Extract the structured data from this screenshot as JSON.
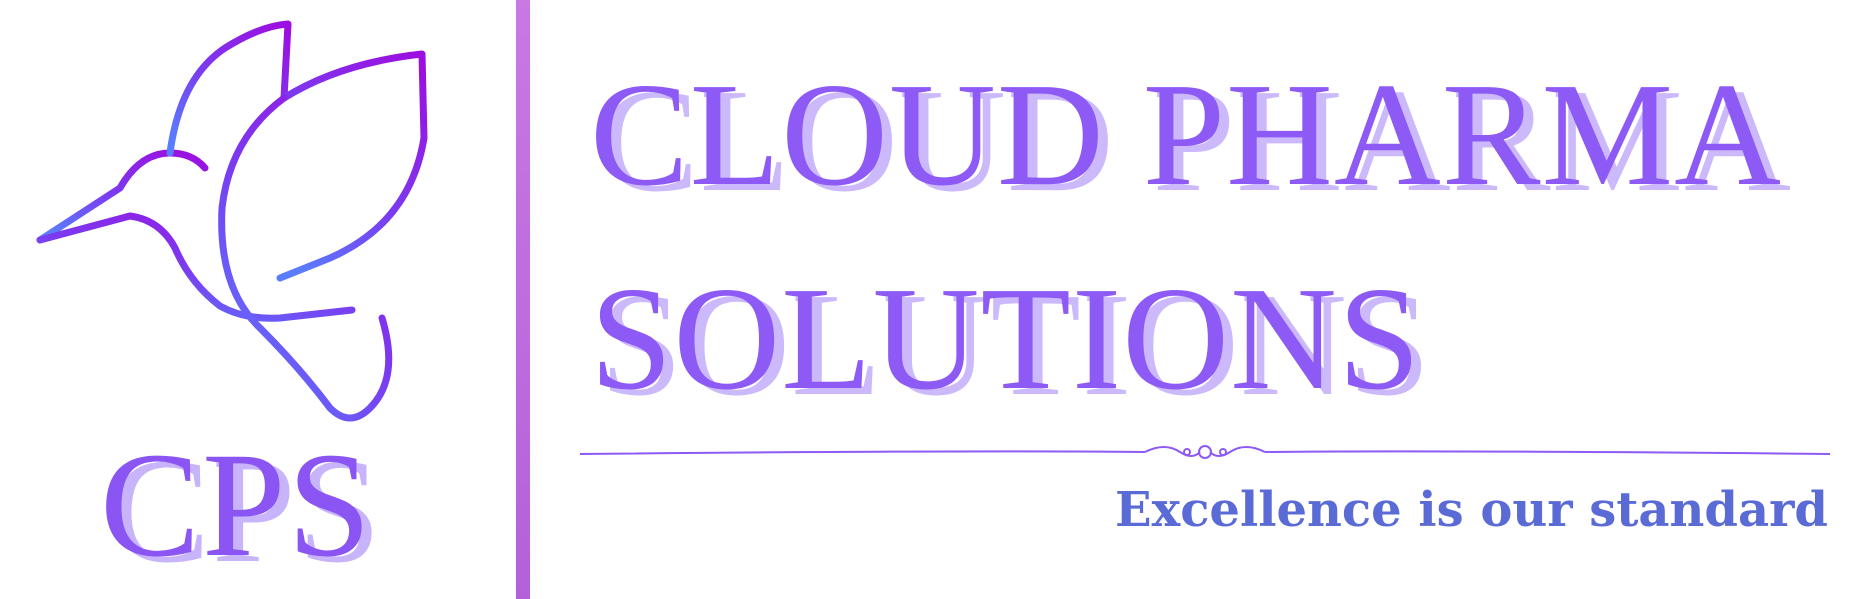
{
  "logo": {
    "icon": "hummingbird-icon",
    "monogram": "CPS"
  },
  "brand": {
    "line1": "CLOUD PHARMA",
    "line2": "SOLUTIONS",
    "tagline": "Excellence is our standard"
  },
  "colors": {
    "primary_purple": "#8e5af5",
    "shadow_lavender": "#cbb9fb",
    "divider": "#c978e4",
    "tagline_blue": "#5b6bd6",
    "gradient_start": "#9b10e0",
    "gradient_end": "#5a7cff"
  }
}
